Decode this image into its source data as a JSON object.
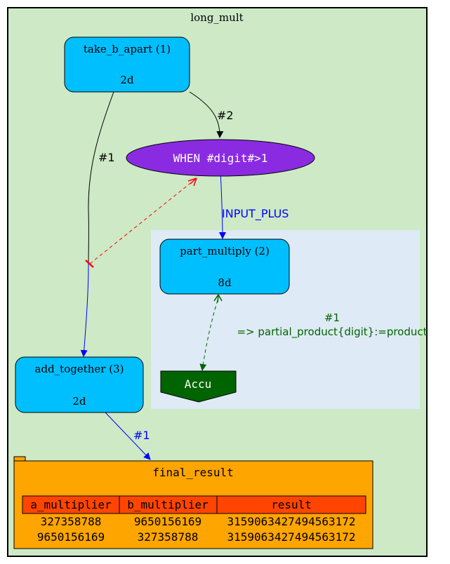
{
  "cluster": {
    "title": "long_mult"
  },
  "nodes": {
    "take_b_apart": {
      "name": "take_b_apart (1)",
      "sub": "2d"
    },
    "when": {
      "label": "WHEN #digit#>1"
    },
    "part_multiply": {
      "name": "part_multiply (2)",
      "sub": "8d"
    },
    "accu": {
      "label": "Accu"
    },
    "add_together": {
      "name": "add_together (3)",
      "sub": "2d"
    }
  },
  "edges": {
    "e_take_when": "#2",
    "e_take_add": "#1",
    "e_when_part": "INPUT_PLUS",
    "e_part_accu_1": "#1",
    "e_part_accu_2": "=> partial_product{digit}:=product",
    "e_add_final": "#1"
  },
  "table": {
    "title": "final_result",
    "headers": [
      "a_multiplier",
      "b_multiplier",
      "result"
    ],
    "rows": [
      [
        "327358788",
        "9650156169",
        "3159063427494563172"
      ],
      [
        "9650156169",
        "327358788",
        "3159063427494563172"
      ]
    ]
  },
  "colors": {
    "cluster_bg": "#cde9c6",
    "subcluster_bg": "#deeaf5",
    "node_blue": "#00bfff",
    "when_purple": "#8a2be2",
    "accu_green": "#006400",
    "table_orange": "#ffa500",
    "header_red": "#ff4500",
    "edge_blue": "#0000ff",
    "edge_red": "#ff0000",
    "edge_green": "#006400"
  }
}
